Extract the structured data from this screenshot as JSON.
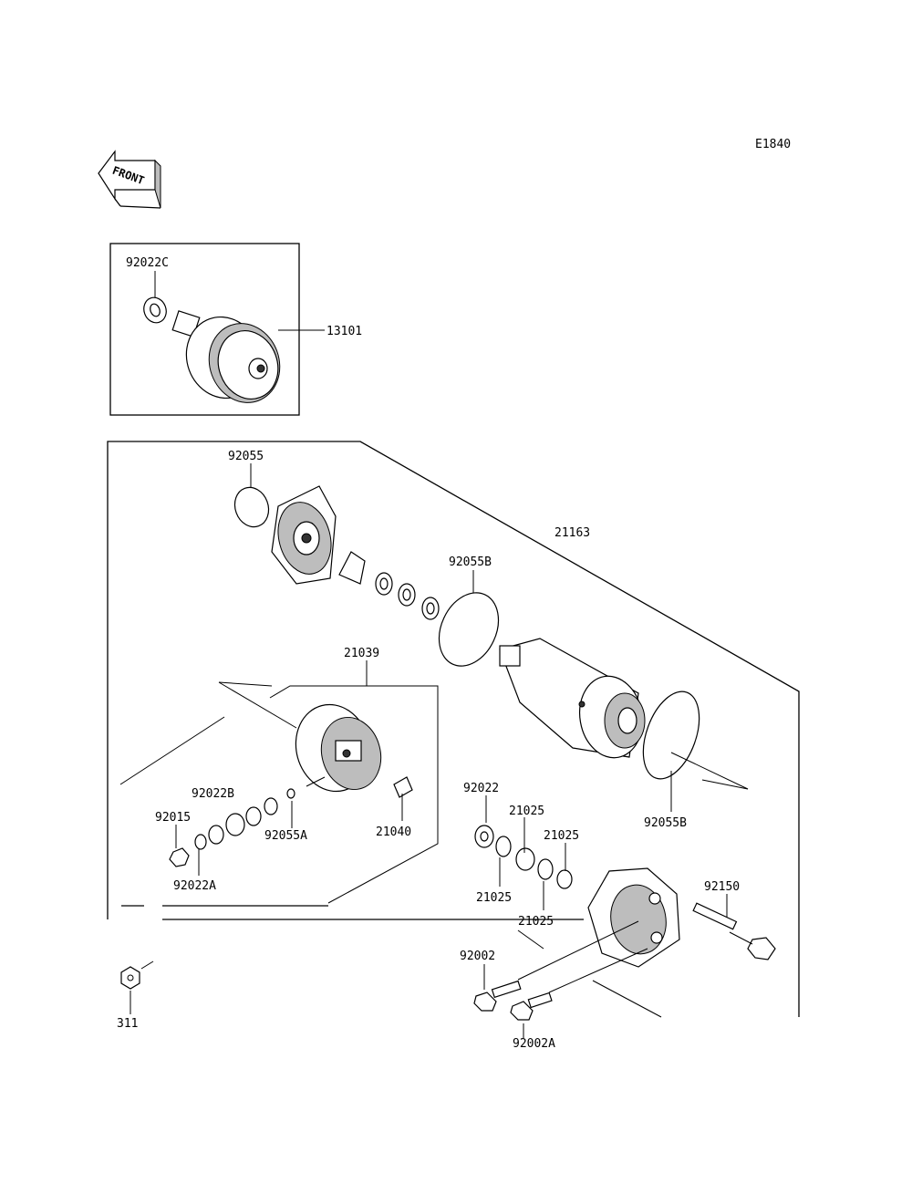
{
  "diagram_code": "E1840",
  "front_label": "FRONT",
  "parts": {
    "p92022C": "92022C",
    "p13101": "13101",
    "p92055": "92055",
    "p21163": "21163",
    "p92055B_top": "92055B",
    "p21039": "21039",
    "p92022B": "92022B",
    "p92015": "92015",
    "p92055A": "92055A",
    "p21040": "21040",
    "p92022A": "92022A",
    "p92022": "92022",
    "p21025_a": "21025",
    "p21025_b": "21025",
    "p21025_c": "21025",
    "p21025_d": "21025",
    "p92055B_bottom": "92055B",
    "p92150": "92150",
    "p92002": "92002",
    "p92002A": "92002A",
    "p311": "311"
  }
}
